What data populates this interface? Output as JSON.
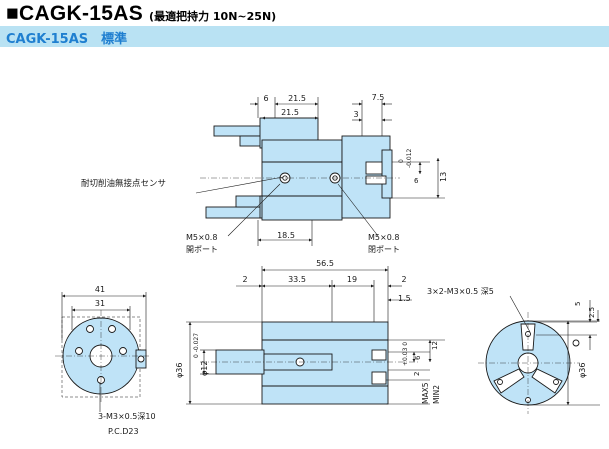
{
  "header": {
    "title": "■CAGK-15AS",
    "subtitle": "(最適把持力 10N~25N)"
  },
  "section": {
    "label": "CAGK-15AS　標準"
  },
  "top_view": {
    "dims": {
      "d6": "6",
      "d21_5a": "21.5",
      "d21_5b": "21.5",
      "d7_5": "7.5",
      "d3": "3",
      "d0": "0",
      "d0012": "-0.012",
      "d6r": "6",
      "d13": "13",
      "d18_5": "18.5"
    },
    "labels": {
      "sensor": "耐切削油無接点センサ",
      "port_left_size": "M5×0.8",
      "port_left_name": "開ポート",
      "port_right_size": "M5×0.8",
      "port_right_name": "閉ポート"
    }
  },
  "side_view": {
    "dims": {
      "d56_5": "56.5",
      "d2a": "2",
      "d33_5": "33.5",
      "d19": "19",
      "d2b": "2",
      "d1_5": "1.5",
      "d36": "φ36",
      "d12": "φ12",
      "d12_tol": "0 -0.027",
      "d12r": "12",
      "d6r": "6",
      "d6_tol": "+0.03 0",
      "d2": "2",
      "max5": "MAX5",
      "min2": "MIN2"
    }
  },
  "left_view": {
    "dims": {
      "d41": "41",
      "d31": "31",
      "holes": "3-M3×0.5深10",
      "pcd": "P.C.D23"
    }
  },
  "right_view": {
    "dims": {
      "holes": "3×2-M3×0.5 深5",
      "d36": "φ36",
      "d5": "5",
      "d2_5": "2.5"
    }
  },
  "colors": {
    "title_band": "#b9e2f3",
    "section_text": "#1f7fd0",
    "part_fill": "#bfe3f7",
    "line": "#1a1a1a"
  }
}
